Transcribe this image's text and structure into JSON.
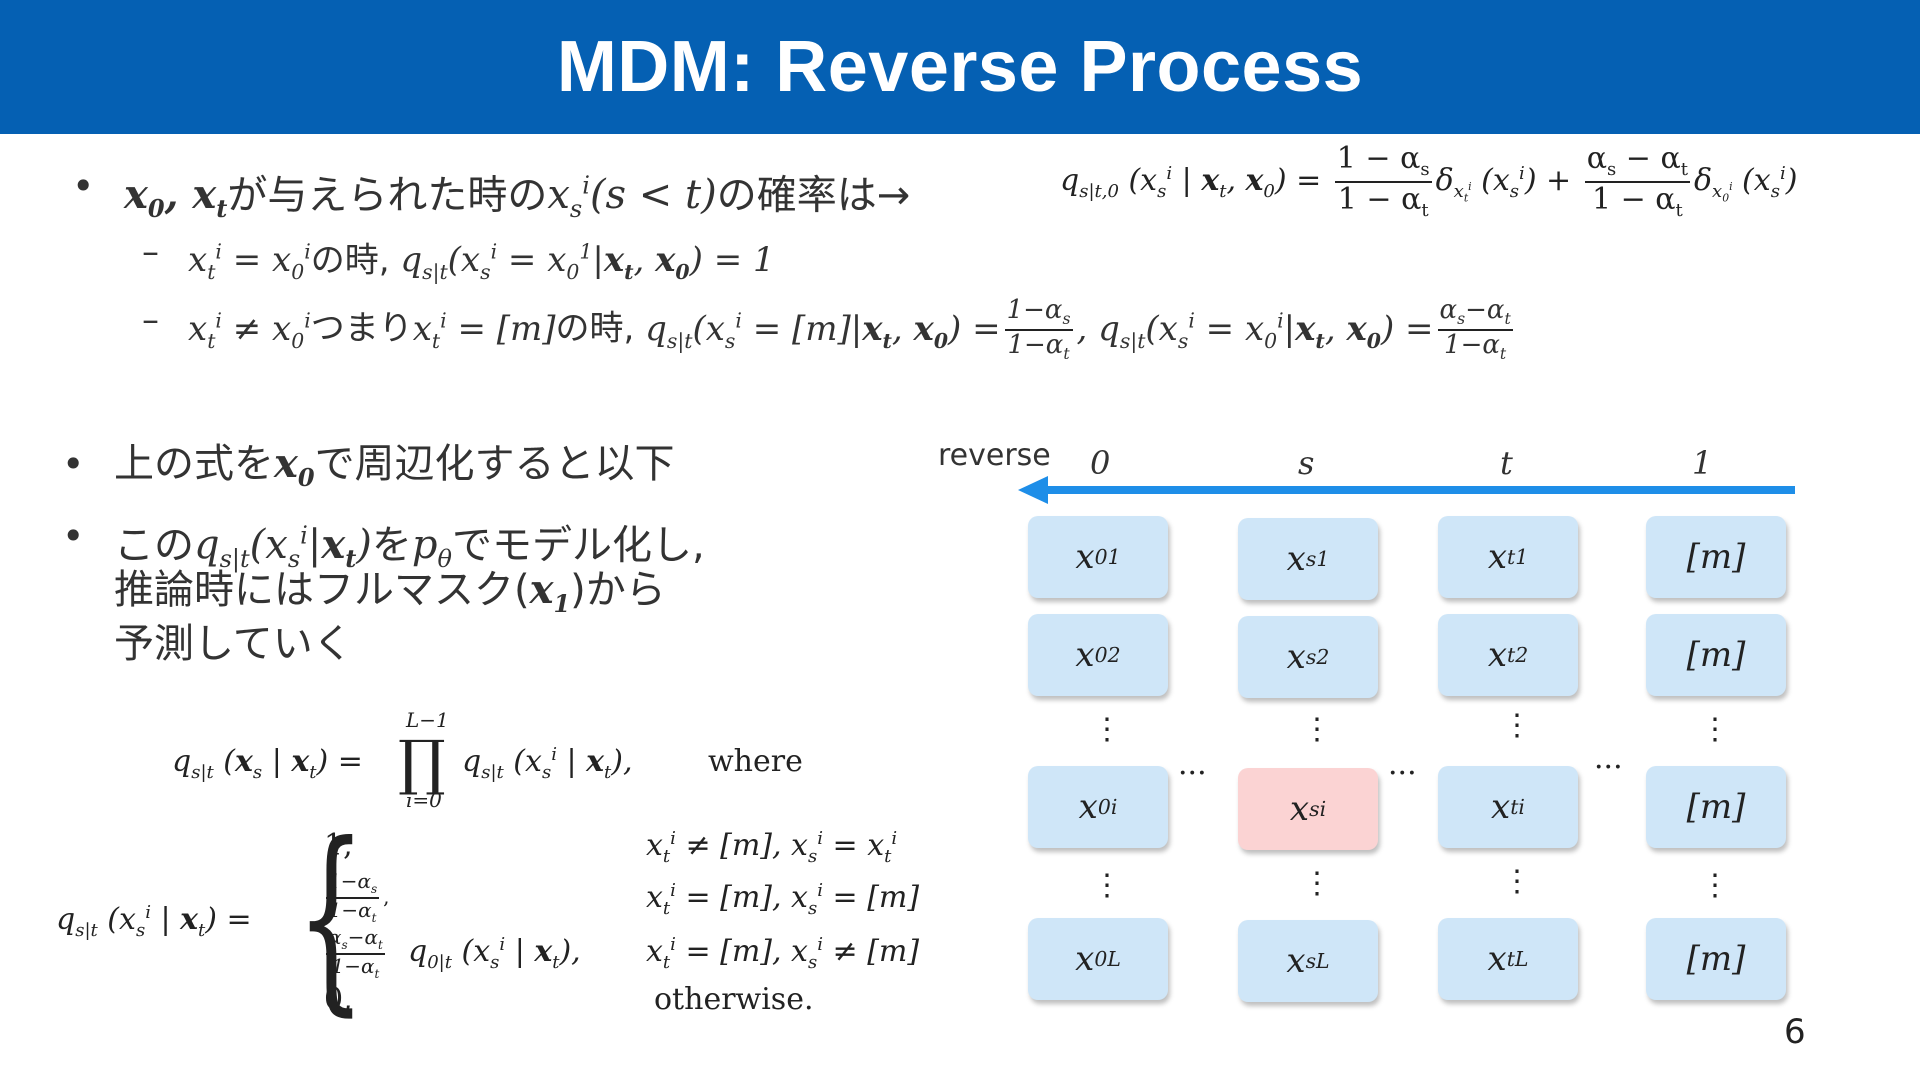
{
  "slide": {
    "title": "MDM: Reverse Process",
    "page_number": "6"
  },
  "bullets": {
    "b1_text": "が与えられた時の",
    "b1_tail": "の確率は→",
    "sub1_text": "の時,",
    "sub2_text1": "つまり",
    "sub2_text2": "の時,",
    "b2_text1": "上の式を",
    "b2_text2": "で周辺化すると以下",
    "b3_line1a": "この",
    "b3_line1b": "を",
    "b3_line1c": "でモデル化し,",
    "b3_line2a": "推論時にはフルマスク",
    "b3_line2b": "から",
    "b3_line3": "予測していく"
  },
  "equations": {
    "where": "where",
    "case1_val": "1,",
    "case4_val": "0,",
    "otherwise": "otherwise."
  },
  "diagram": {
    "reverse_label": "reverse",
    "axis_labels": [
      "0",
      "s",
      "t",
      "1"
    ],
    "mask_token": "[m]",
    "highlight_color": "#fbd3d3",
    "cell_color": "#cfe6f8",
    "arrow_color": "#1e8ee8"
  }
}
